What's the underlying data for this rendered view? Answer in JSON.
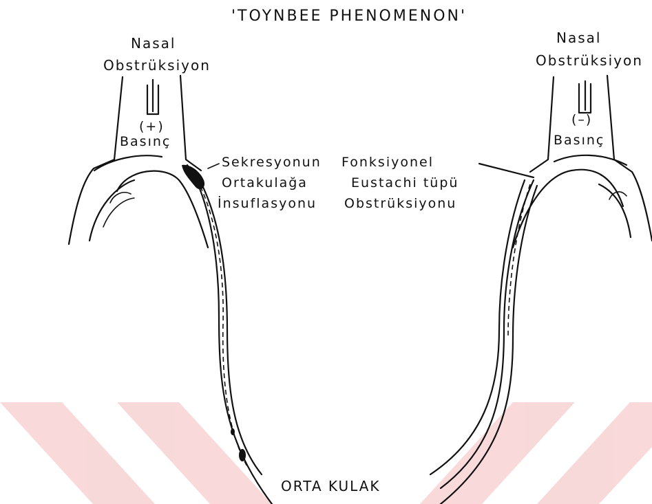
{
  "title": "'TOYNBEE  PHENOMENON'",
  "left": {
    "obstruction_line1": "Nasal",
    "obstruction_line2": "Obstrüksiyon",
    "pressure_sign": "(+)",
    "pressure_label": "Basınç"
  },
  "right": {
    "obstruction_line1": "Nasal",
    "obstruction_line2": "Obstrüksiyon",
    "pressure_sign": "(–)",
    "pressure_label": "Basınç"
  },
  "center_labels": {
    "left_col": [
      "Sekresyonun",
      "Ortakulağa",
      "İnsuflasyonu"
    ],
    "right_col": [
      "Fonksiyonel",
      "Eustachi tüpü",
      "Obstrüksiyonu"
    ]
  },
  "bottom_label": "ORTA KULAK",
  "colors": {
    "ink": "#111111",
    "watermark": "#f6c9c9"
  }
}
